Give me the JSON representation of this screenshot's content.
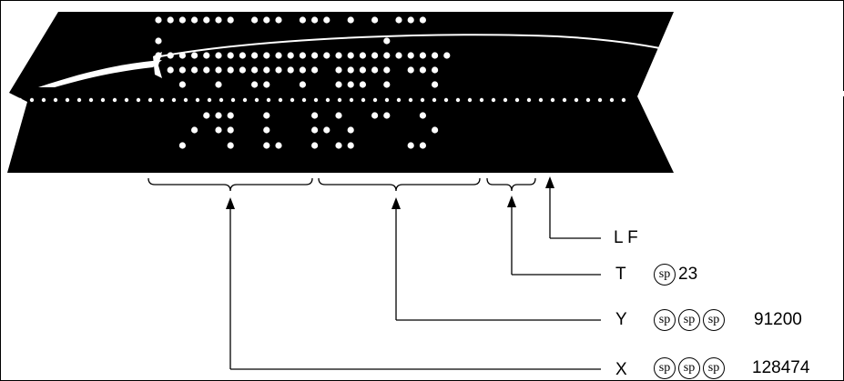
{
  "colors": {
    "tape": "#000000",
    "holes": "#ffffff",
    "ink": "#000000"
  },
  "labels": {
    "lf": "L F",
    "t": "T",
    "y": "Y",
    "x": "X"
  },
  "codes": {
    "sp": "sp",
    "t_value": "23",
    "y_value": "91200",
    "x_value": "128474"
  }
}
